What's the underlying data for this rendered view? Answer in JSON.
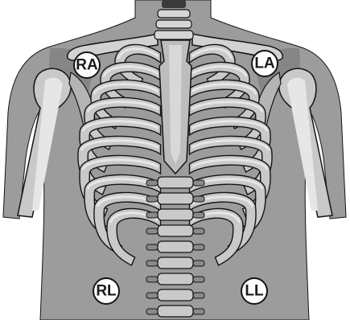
{
  "colors": {
    "background": "#ffffff",
    "skin": "#9c9c9c",
    "skin_shadow": "#7e7e7e",
    "bone": "#c9c9c9",
    "bone_light": "#e6e6e6",
    "bone_dark": "#8a8a8a",
    "outline": "#141414",
    "electrode_fill": "#ffffff"
  },
  "electrodes": {
    "ra": {
      "label": "RA"
    },
    "la": {
      "label": "LA"
    },
    "rl": {
      "label": "RL"
    },
    "ll": {
      "label": "LL"
    }
  }
}
